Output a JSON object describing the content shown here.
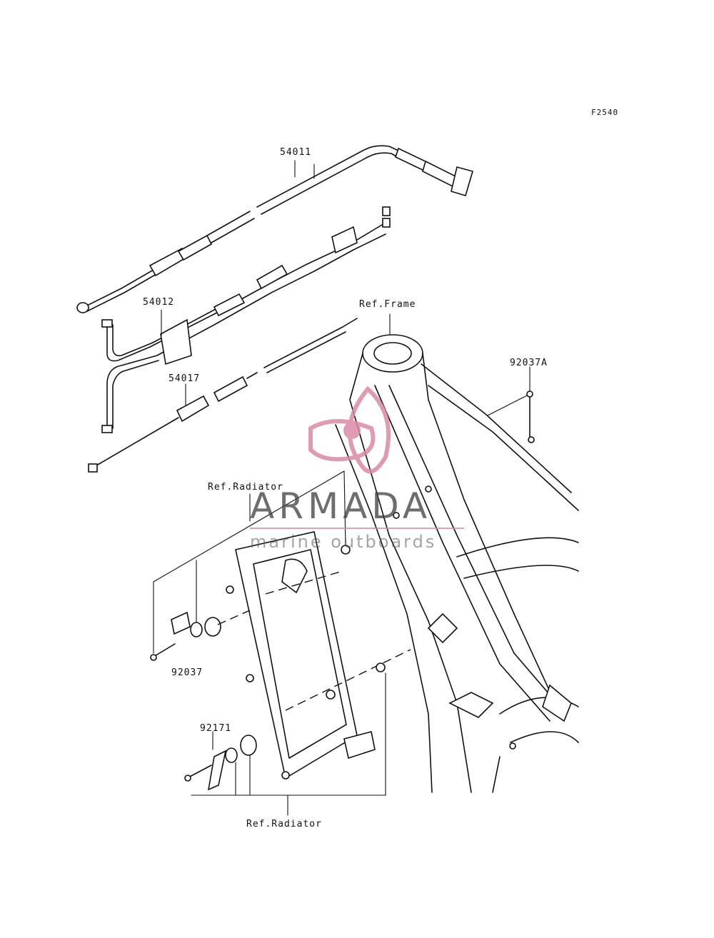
{
  "diagram": {
    "figure_code": "F2540",
    "labels": {
      "cable_54011": "54011",
      "cable_54012": "54012",
      "cable_54017": "54017",
      "ref_frame": "Ref.Frame",
      "bolt_92037a": "92037A",
      "ref_radiator_top": "Ref.Radiator",
      "bolt_92037": "92037",
      "bolt_92171": "92171",
      "ref_radiator_bottom": "Ref.Radiator"
    }
  },
  "watermark": {
    "brand": "ARMADA",
    "tagline": "marine outboards",
    "accent_color": "#d98aa6"
  }
}
